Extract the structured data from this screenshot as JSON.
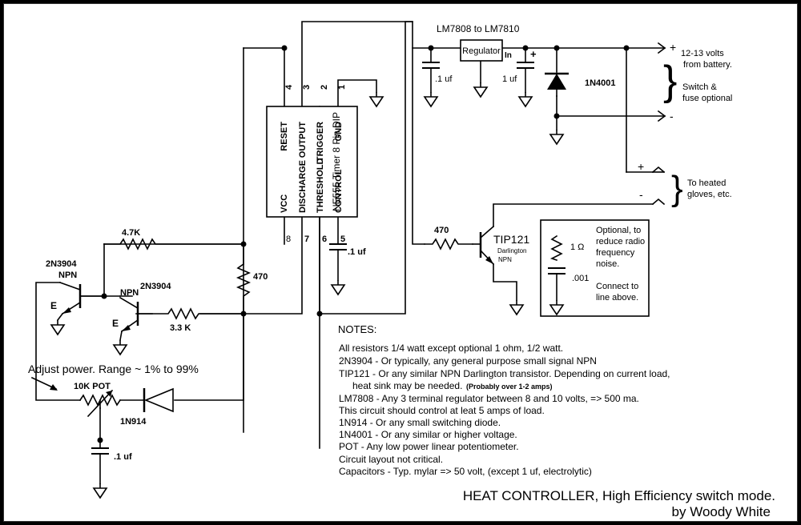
{
  "chip": {
    "name": "NE555 Timer 8 Pin DIP",
    "top_pins": [
      {
        "num": "4",
        "label": "RESET"
      },
      {
        "num": "3",
        "label": "OUTPUT"
      },
      {
        "num": "2",
        "label": "TRIGGER"
      },
      {
        "num": "1",
        "label": "GND"
      }
    ],
    "bottom_pins": [
      {
        "num": "8",
        "label": "VCC"
      },
      {
        "num": "7",
        "label": "DISCHARGE"
      },
      {
        "num": "6",
        "label": "THRESHOLD"
      },
      {
        "num": "5",
        "label": "CONTROL"
      }
    ]
  },
  "regulator": {
    "title": "LM7808 to LM7810",
    "box_label": "Regulator",
    "in_label": "In",
    "cap_out": ".1 uf",
    "cap_in": "1 uf",
    "cap_in_polarity": "+",
    "diode": "1N4001"
  },
  "battery": {
    "plus": "+",
    "minus": "-",
    "label_line1": "12-13 volts",
    "label_line2": "from battery.",
    "label_line3": "Switch &",
    "label_line4": "fuse optional"
  },
  "gloves": {
    "plus": "+",
    "minus": "-",
    "label_line1": "To heated",
    "label_line2": "gloves, etc."
  },
  "components": {
    "r_47k": "4.7K",
    "r_470_mid": "470",
    "r_33k": "3.3 K",
    "r_470_base": "470",
    "q1_part": "2N3904",
    "q1_type": "NPN",
    "q1_emitter": "E",
    "q2_part": "2N3904",
    "q2_type": "NPN",
    "q2_emitter": "E",
    "control_cap": ".1 uf",
    "pot": "10K POT",
    "diode_1n914": "1N914",
    "pot_cap": ".1 uf",
    "tip_part": "TIP121",
    "tip_line2": "Darlington",
    "tip_line3": "NPN"
  },
  "snubber": {
    "resistor": "1 Ω",
    "cap": ".001",
    "text_line1": "Optional, to",
    "text_line2": "reduce radio",
    "text_line3": "frequency",
    "text_line4": "noise.",
    "text_line5": "Connect to",
    "text_line6": "line above."
  },
  "adjust_label": "Adjust power. Range ~ 1% to 99%",
  "notes": {
    "heading": "NOTES:",
    "lines": [
      "All resistors 1/4 watt except optional 1 ohm, 1/2 watt.",
      "2N3904 - Or typically, any general purpose small signal NPN",
      "TIP121  - Or any similar NPN Darlington transistor. Depending on current load,",
      "heat sink may be needed.",
      "(Probably over 1-2 amps)",
      "LM7808 - Any 3 terminal regulator between 8 and 10 volts, => 500 ma.",
      "This circuit should control at leat 5 amps of load.",
      "1N914 - Or any small switching diode.",
      "1N4001 - Or any similar or higher voltage.",
      "POT - Any low power linear potentiometer.",
      "Circuit layout not critical.",
      "Capacitors - Typ. mylar => 50 volt, (except 1 uf, electrolytic)"
    ]
  },
  "title": "HEAT CONTROLLER, High Efficiency switch mode.",
  "author": "by Woody White"
}
